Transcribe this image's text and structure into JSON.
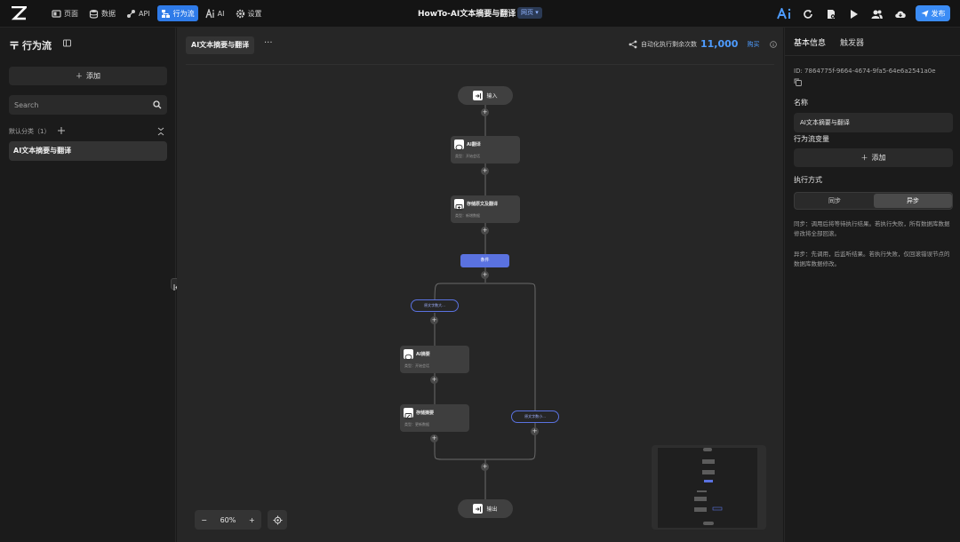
{
  "topbar": {
    "nav": [
      {
        "label": "页面",
        "icon": "page-icon"
      },
      {
        "label": "数据",
        "icon": "database-icon"
      },
      {
        "label": "API",
        "icon": "api-icon"
      },
      {
        "label": "行为流",
        "icon": "flow-icon",
        "active": true
      },
      {
        "label": "AI",
        "icon": "ai-icon"
      },
      {
        "label": "设置",
        "icon": "gear-icon"
      }
    ],
    "title": "HowTo-AI文本摘要与翻译",
    "badge": "网页 ▾",
    "publish_label": "发布"
  },
  "left": {
    "title": "行为流",
    "add_label": "添加",
    "search_placeholder": "Search",
    "category": "默认分类（1）",
    "flow_item": "AI文本摘要与翻译"
  },
  "canvas": {
    "tab": "AI文本摘要与翻译",
    "more": "···",
    "quota_label": "自动化执行剩余次数",
    "quota_value": "11,000",
    "quota_buy": "购买",
    "nodes": {
      "input": "输入",
      "ai_translate": {
        "title": "AI翻译",
        "sub": "类型：开始会话"
      },
      "store_translate": {
        "title": "存储原文及翻译",
        "sub": "类型：新增数据"
      },
      "condition": "条件",
      "branch_left": "原文字数大...",
      "branch_right": "原文字数小...",
      "ai_summary": {
        "title": "AI摘要",
        "sub": "类型：开始会话"
      },
      "store_summary": {
        "title": "存储摘要",
        "sub": "类型：更新数据"
      },
      "output": "输出"
    },
    "zoom": {
      "minus": "−",
      "value": "60%",
      "plus": "+"
    }
  },
  "right": {
    "tabs": [
      "基本信息",
      "触发器"
    ],
    "id_text": "ID: 7864775f-9664-4674-9fa5-64e6a2541a0e",
    "name_label": "名称",
    "name_value": "AI文本摘要与翻译",
    "vars_label": "行为流变量",
    "add_label": "添加",
    "exec_label": "执行方式",
    "exec_options": [
      "同步",
      "异步"
    ],
    "exec_selected": "异步",
    "desc_sync": "同步：调用后将等待执行结果。若执行失败，所有数据库数据修改将全部回滚。",
    "desc_async": "异步：先调用，后监听结果。若执行失败，仅回滚错误节点的数据库数据修改。"
  },
  "colors": {
    "accent": "#2f7be8",
    "condition": "#5a72e0",
    "quota": "#4e9cff"
  }
}
